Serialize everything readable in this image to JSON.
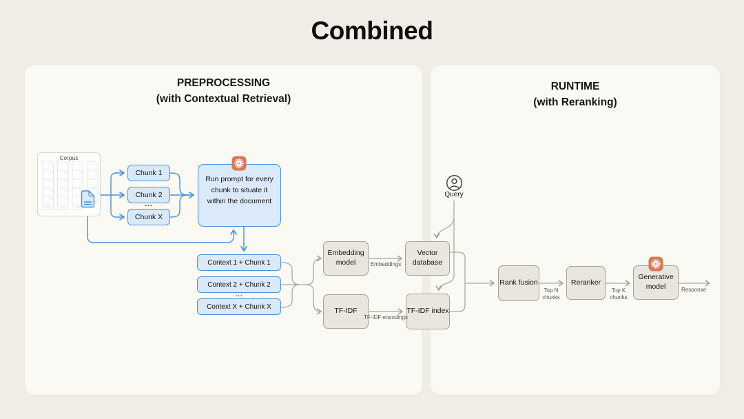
{
  "title": "Combined",
  "colors": {
    "background": "#efede5",
    "panel": "#faf9f4",
    "accent_blue": "#4a90d9",
    "blue_fill": "#d9e9f8",
    "gray_fill": "#e8e6df",
    "gray_border": "#a5a399",
    "connector_gray": "#aaa89e",
    "claude_coral": "#d97757"
  },
  "preprocessing": {
    "title": "PREPROCESSING",
    "subtitle": "(with Contextual Retrieval)",
    "corpus_label": "Corpus",
    "chunks": [
      "Chunk 1",
      "Chunk 2",
      "Chunk X"
    ],
    "chunks_ellipsis": "...",
    "run_prompt": "Run prompt for every chunk to situate it within the document",
    "contexts": [
      "Context 1 + Chunk 1",
      "Context 2 + Chunk 2",
      "Context X + Chunk X"
    ],
    "contexts_ellipsis": "...",
    "embedding_model": "Embedding model",
    "embeddings_label": "Embeddings",
    "tfidf": "TF-IDF",
    "tfidf_encodings_label": "TF-IDF encodings",
    "vector_database": "Vector database",
    "tfidf_index": "TF-IDF index"
  },
  "runtime": {
    "title": "RUNTIME",
    "subtitle": "(with Reranking)",
    "query_label": "Query",
    "rank_fusion": "Rank fusion",
    "top_n_label": "Top N chunks",
    "reranker": "Reranker",
    "top_k_label": "Top K chunks",
    "generative_model": "Generative model",
    "response_label": "Response"
  }
}
